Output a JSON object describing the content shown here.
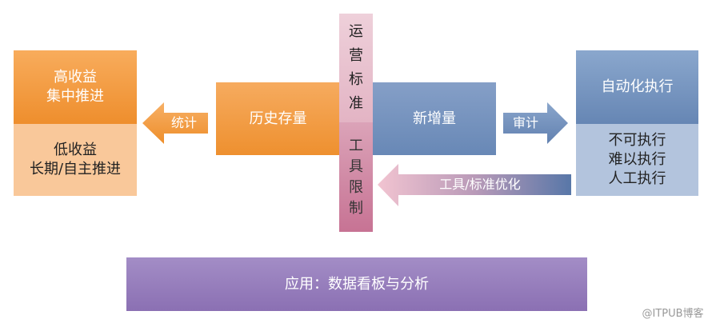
{
  "left_box": {
    "top": "高收益\n集中推进",
    "bottom": "低收益\n长期/自主推进"
  },
  "arrow_stats": "统计",
  "history": "历史存量",
  "column": {
    "top": "运\n营\n标\n准",
    "bottom": "工\n具\n限\n制"
  },
  "new_increment": "新增量",
  "arrow_audit": "审计",
  "right_box": {
    "top": "自动化执行",
    "bottom": "不可执行\n难以执行\n人工执行"
  },
  "arrow_optimize": "工具/标准优化",
  "application": "应用：数据看板与分析",
  "watermark": "@ITPUB博客",
  "colors": {
    "orange": "#f39c3c",
    "orange_light": "#f9c89a",
    "blue": "#6f8fbb",
    "blue_light": "#b3c4dd",
    "pink": "#e7b8c7",
    "pink_dark": "#cc7f9c",
    "purple": "#9a82bf"
  }
}
